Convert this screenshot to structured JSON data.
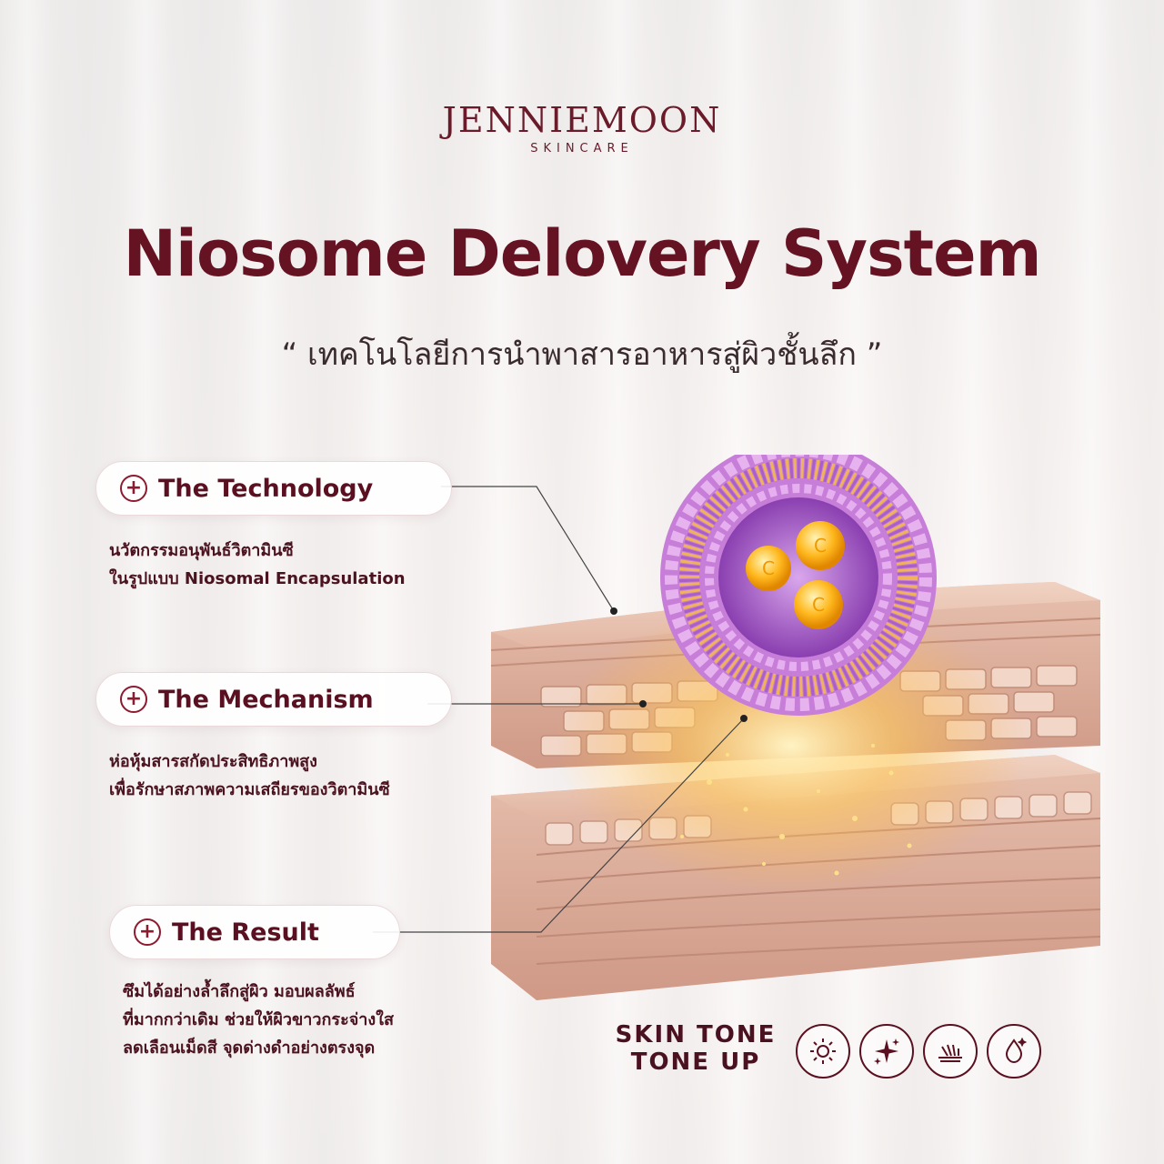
{
  "brand": {
    "name": "JENNIEMOON",
    "sub": "SKINCARE"
  },
  "title": "Niosome Delovery System",
  "subtitle": "“ เทคโนโลยีการนำพาสารอาหารสู่ผิวชั้นลึก ”",
  "sections": [
    {
      "label": "The Technology",
      "lines": [
        "นวัตกรรมอนุพันธ์วิตามินซี",
        "ในรูปแบบ Niosomal Encapsulation"
      ]
    },
    {
      "label": "The Mechanism",
      "lines": [
        "ห่อหุ้มสารสกัดประสิทธิภาพสูง",
        "เพื่อรักษาสภาพความเสถียรของวิตามินซี"
      ]
    },
    {
      "label": "The Result",
      "lines": [
        "ซึมได้อย่างล้ำลึกสู่ผิว มอบผลลัพธ์",
        "ที่มากกว่าเดิม ช่วยให้ผิวขาวกระจ่างใส",
        "ลดเลือนเม็ดสี จุดด่างดำอย่างตรงจุด"
      ]
    }
  ],
  "tone": {
    "line1": "SKIN TONE",
    "line2": "TONE UP"
  },
  "icons": [
    "sun-icon",
    "sparkle-icon",
    "spot-reduce-icon",
    "drop-icon"
  ],
  "colors": {
    "brand": "#651223",
    "accent": "#8d1b30"
  }
}
